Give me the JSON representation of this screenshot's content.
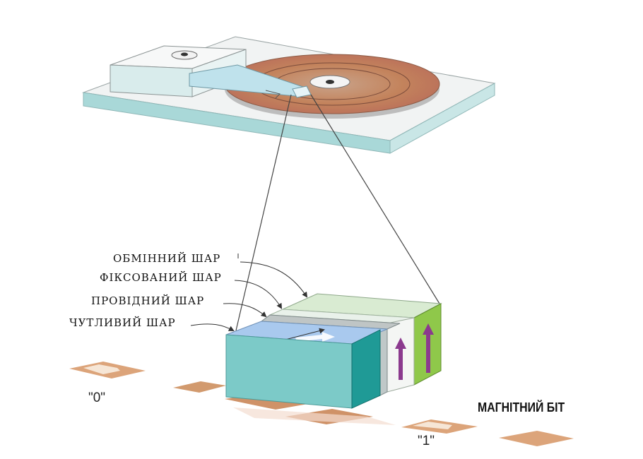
{
  "layers": {
    "exchange": "ОБМІННИЙ ШАР",
    "fixed": "ФІКСОВАНИЙ ШАР",
    "conductive": "ПРОВІДНИЙ ШАР",
    "sensitive": "ЧУТЛИВИЙ ШАР"
  },
  "bits": {
    "zero": "\"0\"",
    "one": "\"1\""
  },
  "caption": "МАГНІТНИЙ БІТ",
  "colors": {
    "platter": "#c48a62",
    "base_plate": "#f1f3f3",
    "base_edge": "#a8d8d8",
    "spin_valve_front": "#7ccac8",
    "spin_valve_side": "#1f9a96",
    "sensitive_top": "#a9c9ee",
    "fixed_top": "#d8ead0",
    "moment_arrow": "#8b3a8e",
    "magnetic_bit": "#dfb088",
    "bit_green": "#8fc84a"
  }
}
